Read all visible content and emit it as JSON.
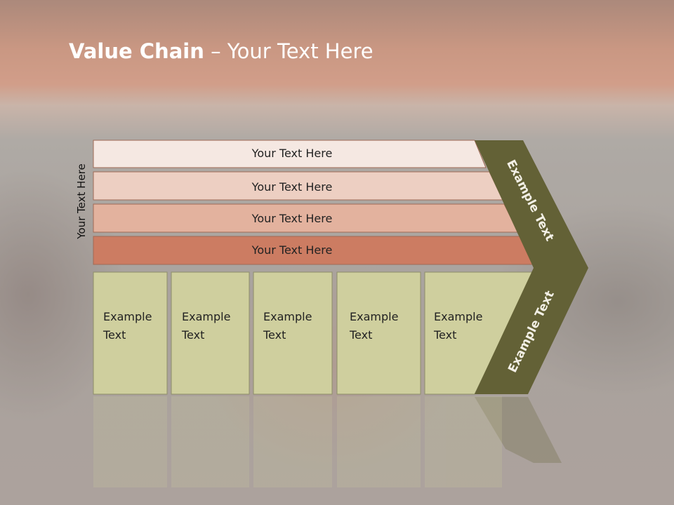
{
  "title": {
    "bold": "Value Chain",
    "rest": " – Your Text Here"
  },
  "side_label": "Your Text Here",
  "bands": [
    {
      "label": "Your Text Here",
      "color": "#f5e8e2"
    },
    {
      "label": "Your Text Here",
      "color": "#edcfc2"
    },
    {
      "label": "Your Text Here",
      "color": "#e3b29e"
    },
    {
      "label": "Your Text Here",
      "color": "#cc7c62"
    }
  ],
  "boxes": [
    {
      "line1": "Example",
      "line2": "Text"
    },
    {
      "line1": "Example",
      "line2": "Text"
    },
    {
      "line1": "Example",
      "line2": "Text"
    },
    {
      "line1": "Example",
      "line2": "Text"
    },
    {
      "line1": "Example",
      "line2": "Text"
    }
  ],
  "chevron": {
    "top_label": "Example Text",
    "bottom_label": "Example Text",
    "color": "#636136"
  },
  "box_color": "#cfcf9e"
}
